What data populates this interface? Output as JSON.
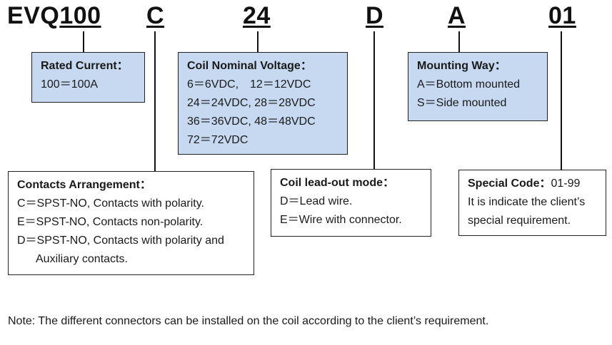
{
  "code": {
    "prefix": "EVQ",
    "rated_current": "100",
    "contacts": "C",
    "voltage": "24",
    "coil_mode": "D",
    "mounting": "A",
    "special": "01"
  },
  "rated_current_box": {
    "title": "Rated Current：",
    "lines": [
      "100＝100A"
    ]
  },
  "coil_voltage_box": {
    "title": "Coil Nominal Voltage：",
    "lines": [
      "6＝6VDC,　12＝12VDC",
      "24＝24VDC, 28＝28VDC",
      "36＝36VDC, 48＝48VDC",
      "72＝72VDC"
    ]
  },
  "mounting_box": {
    "title": "Mounting Way：",
    "lines": [
      "A＝Bottom mounted",
      "S＝Side mounted"
    ]
  },
  "contacts_box": {
    "title": "Contacts Arrangement：",
    "lines": [
      "C＝SPST-NO, Contacts with polarity.",
      "E＝SPST-NO, Contacts non-polarity.",
      "D＝SPST-NO, Contacts with polarity and",
      "Auxiliary contacts."
    ]
  },
  "coil_mode_box": {
    "title": "Coil lead-out mode：",
    "lines": [
      "D＝Lead wire.",
      "E＝Wire with connector."
    ]
  },
  "special_box": {
    "title": "Special Code：",
    "title_value": "01-99",
    "lines": [
      "It is indicate the client’s",
      "special requirement."
    ]
  },
  "note": "Note: The different connectors can be installed on the coil according to the client’s requirement.",
  "colors": {
    "blue_fill": "#c6d9f1",
    "line": "#111111"
  }
}
